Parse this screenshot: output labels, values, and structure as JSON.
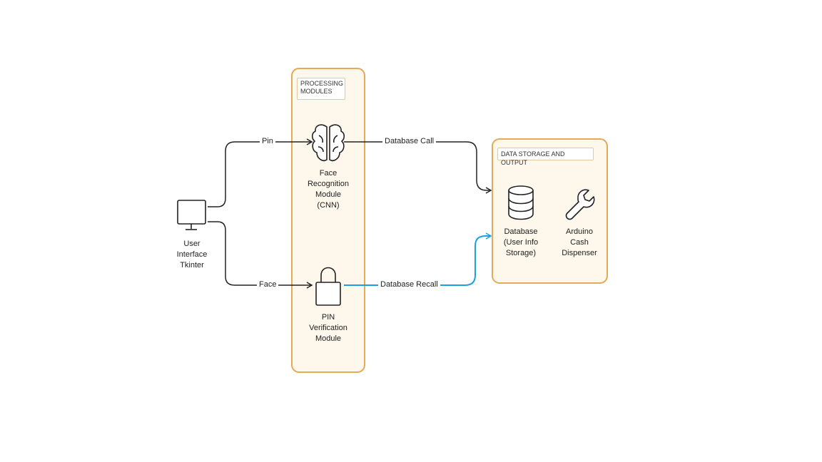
{
  "groups": {
    "processing": {
      "label": "PROCESSING MODULES"
    },
    "storage": {
      "label": "DATA STORAGE AND OUTPUT"
    }
  },
  "nodes": {
    "user_interface": {
      "label": "User\nInterface\nTkinter",
      "icon": "monitor-icon"
    },
    "face_recognition": {
      "label": "Face\nRecognition\nModule\n(CNN)",
      "icon": "brain-icon"
    },
    "pin_verification": {
      "label": "PIN\nVerification\nModule",
      "icon": "lock-icon"
    },
    "database": {
      "label": "Database\n(User Info\nStorage)",
      "icon": "database-icon"
    },
    "arduino": {
      "label": "Arduino\nCash\nDispenser",
      "icon": "wrench-icon"
    }
  },
  "edges": {
    "pin": {
      "label": "Pin",
      "color": "#222222"
    },
    "face": {
      "label": "Face",
      "color": "#222222"
    },
    "database_call": {
      "label": "Database Call",
      "color": "#222222"
    },
    "database_recall": {
      "label": "Database Recall",
      "color": "#1ba1e2"
    }
  },
  "colors": {
    "group_border": "#e7a857",
    "group_fill": "#fdf7ec",
    "highlight_edge": "#1ba1e2"
  }
}
